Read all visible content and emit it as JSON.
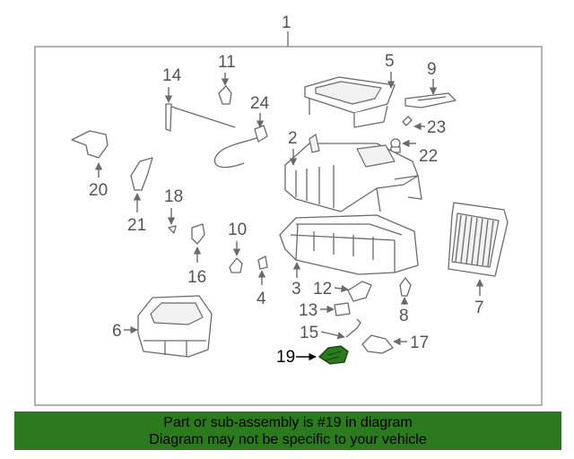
{
  "diagram": {
    "callouts": {
      "c1": "1",
      "c2": "2",
      "c3": "3",
      "c4": "4",
      "c5": "5",
      "c6": "6",
      "c7": "7",
      "c8": "8",
      "c9": "9",
      "c10": "10",
      "c11": "11",
      "c12": "12",
      "c13": "13",
      "c14": "14",
      "c15": "15",
      "c16": "16",
      "c17": "17",
      "c18": "18",
      "c19": "19",
      "c20": "20",
      "c21": "21",
      "c22": "22",
      "c23": "23",
      "c24": "24"
    },
    "highlighted_part": "19",
    "highlight_color": "#2b7a1e"
  },
  "banner": {
    "line1": "Part or sub-assembly is #19 in diagram",
    "line2": "Diagram may not be specific to your vehicle",
    "background": "#2b7a1e"
  }
}
